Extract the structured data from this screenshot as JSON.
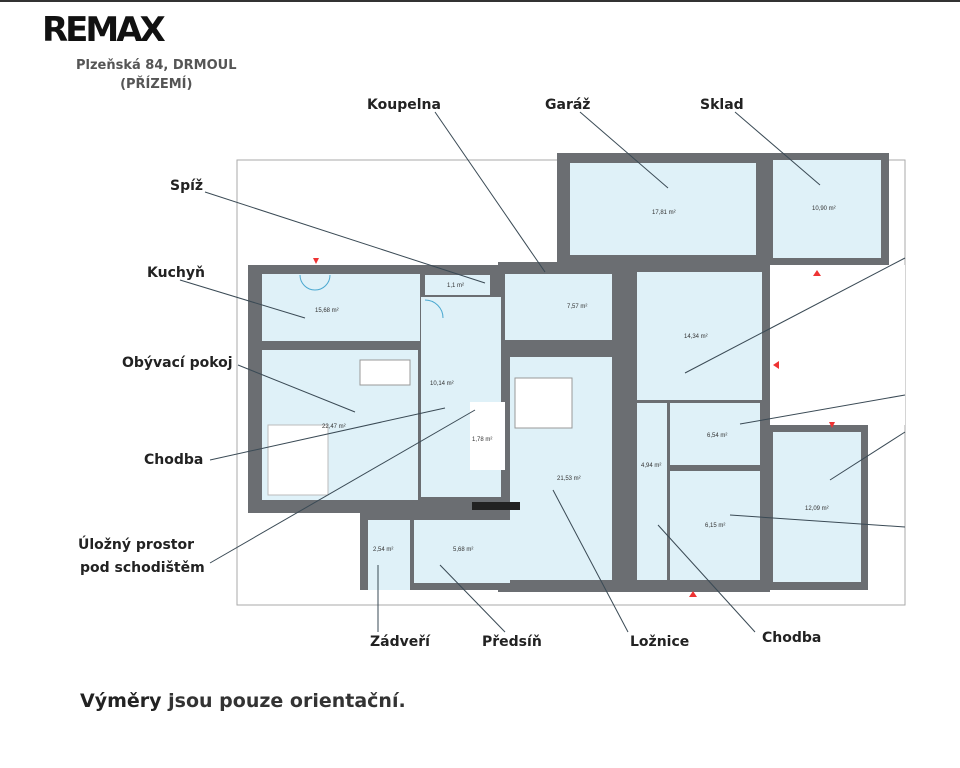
{
  "logo": "REMAX",
  "title": {
    "line1": "Plzeňská 84, DRMOUL",
    "line2": "(PŘÍZEMÍ)"
  },
  "labels": {
    "koupelna": "Koupelna",
    "garaz": "Garáž",
    "sklad": "Sklad",
    "spiz": "Spíž",
    "kuchyn": "Kuchyň",
    "obyvaci": "Obývací pokoj",
    "chodba_left": "Chodba",
    "ulozny1": "Úložný prostor",
    "ulozny2": "pod schodištěm",
    "zadveri": "Zádveří",
    "predsin": "Předsíň",
    "loznice": "Ložnice",
    "chodba_right": "Chodba"
  },
  "areas": {
    "kuchyn": "15,68 m²",
    "spiz": "1,1 m²",
    "koupelna": "7,57 m²",
    "chodba": "10,14 m²",
    "obyvaci": "22,47 m²",
    "schodiste": "1,78 m²",
    "loznice": "21,53 m²",
    "zadveri": "2,54 m²",
    "predsin": "5,68 m²",
    "garaz": "17,81 m²",
    "sklad": "10,90 m²",
    "room_14": "14,34 m²",
    "room_6_54": "6,54 m²",
    "chodba_right": "4,94 m²",
    "room_6_15": "6,15 m²",
    "room_12": "12,09 m²"
  },
  "footer": {
    "bold": "Výměry",
    "rest": " jsou pouze orientační."
  }
}
